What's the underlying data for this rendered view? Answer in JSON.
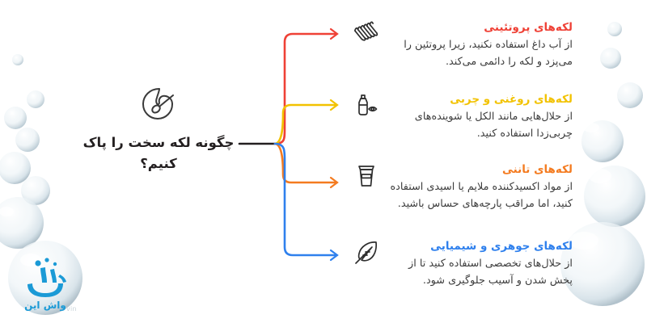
{
  "central": {
    "icon": "stain-brush-icon",
    "title": "چگونه لکه سخت را پاک کنیم؟"
  },
  "branches": [
    {
      "icon": "sponge-scrub-icon",
      "title": "لکه‌های پروتئینی",
      "color": "#ef4136",
      "body": "از آب داغ استفاده نکنید، زیرا پروتئین را می‌پزد و لکه را دائمی می‌کند."
    },
    {
      "icon": "dropper-bottle-icon",
      "title": "لکه‌های روغنی و چربی",
      "color": "#f2c200",
      "body": "از حلال‌هایی مانند الکل یا شوینده‌های چربی‌زدا استفاده کنید."
    },
    {
      "icon": "coffee-cup-icon",
      "title": "لکه‌های تاننی",
      "color": "#f47b20",
      "body": "از مواد اکسیدکننده ملایم یا اسیدی استفاده کنید، اما مراقب پارچه‌های حساس باشید."
    },
    {
      "icon": "feather-quill-icon",
      "title": "لکه‌های جوهری و شیمیایی",
      "color": "#2f80ed",
      "body": "از حلال‌های تخصصی استفاده کنید تا از پخش شدن و آسیب جلوگیری شود."
    }
  ],
  "logo": {
    "name": "واش این",
    "color": "#1b9ad6",
    "watermark": "vin"
  },
  "palette": {
    "card": "#ffffff",
    "background": "#ffffff",
    "stem": "#231f20",
    "body_text": "#3c3c3c",
    "title_text": "#231f20",
    "bubble": "#dde8ee"
  }
}
